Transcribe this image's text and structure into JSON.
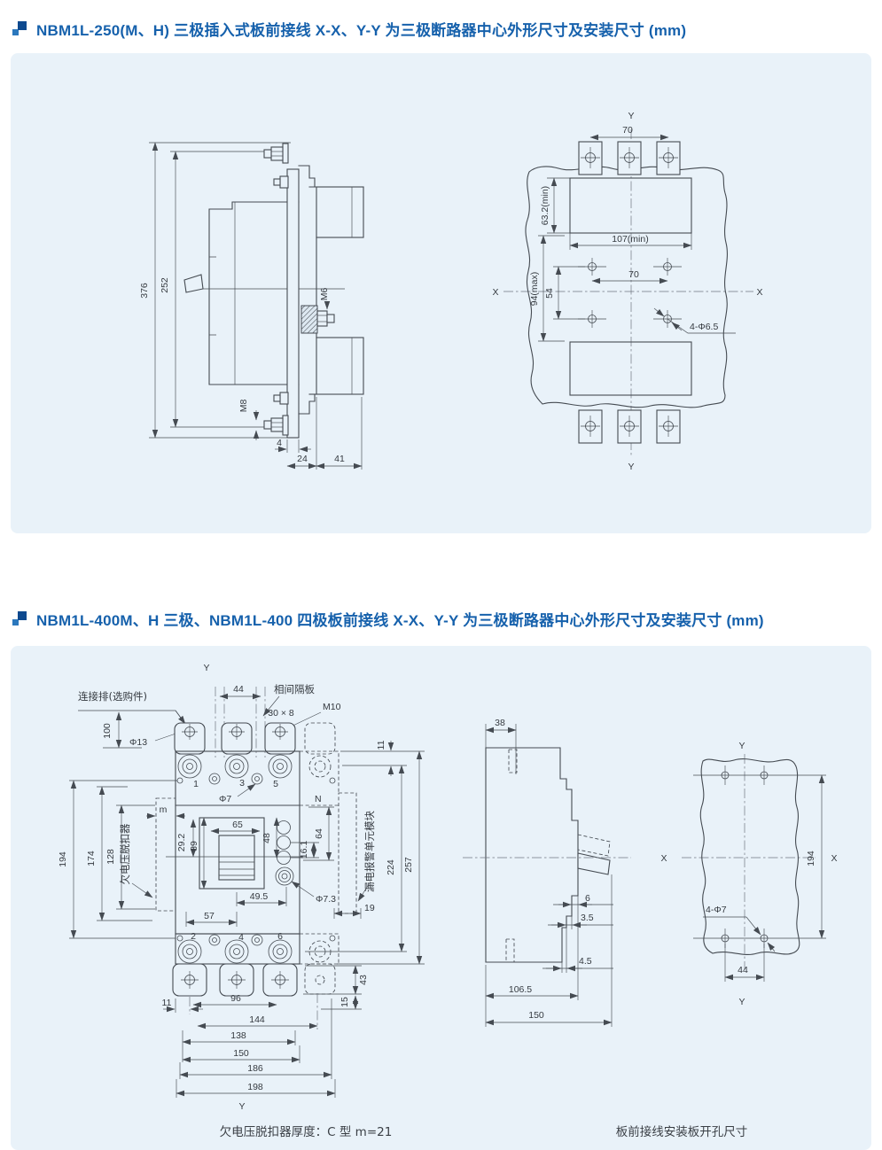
{
  "colors": {
    "header_text": "#1661ac",
    "bullet_dark": "#0e4a8f",
    "bullet_light": "#2b78bd",
    "panel_bg": "#e9f2f9",
    "line": "#454b52"
  },
  "section1": {
    "title": "NBM1L-250(M、H) 三极插入式板前接线  X-X、Y-Y 为三极断路器中心外形尺寸及安装尺寸 (mm)",
    "side": {
      "d376": "376",
      "d252": "252",
      "m6": "M6",
      "m8": "M8",
      "d4": "4",
      "d24": "24",
      "d41": "41"
    },
    "cutout": {
      "y_top": "Y",
      "y_bot": "Y",
      "x_left": "X",
      "x_right": "X",
      "d70_top": "70",
      "d63": "63.2(min)",
      "d107": "107(min)",
      "d70_mid": "70",
      "d54": "54",
      "d94": "94(max)",
      "holes": "4-Φ6.5"
    }
  },
  "section2": {
    "title": "NBM1L-400M、H 三极、NBM1L-400 四极板前接线  X-X、Y-Y 为三极断路器中心外形尺寸及安装尺寸 (mm)",
    "front": {
      "y_top": "Y",
      "y_bot": "Y",
      "busbar": "连接排(选购件)",
      "partition": "相间隔板",
      "d44": "44",
      "d30x8": "30 × 8",
      "m10": "M10",
      "phi13": "Φ13",
      "d100": "100",
      "d11t": "11",
      "d194": "194",
      "d174": "174",
      "d128": "128",
      "uv": "欠电压脱扣器",
      "m": "m",
      "phi7": "Φ7",
      "n": "N",
      "d65": "65",
      "d29": "29.2",
      "d89": "89",
      "d48": "48",
      "d16": "16.1",
      "d64": "64",
      "leak": "漏电报警单元模块",
      "d224": "224",
      "d257": "257",
      "d49": "49.5",
      "phi73": "Φ7.3",
      "d19": "19",
      "d57": "57",
      "t1": "1",
      "t3": "3",
      "t5": "5",
      "t2": "2",
      "t4": "4",
      "t6": "6",
      "d11b": "11",
      "d96": "96",
      "d144": "144",
      "d138": "138",
      "d150": "150",
      "d186": "186",
      "d198": "198",
      "d43": "43",
      "d15": "15"
    },
    "profile": {
      "d38": "38",
      "d6": "6",
      "d35": "3.5",
      "d45": "4.5",
      "d106": "106.5",
      "d150": "150"
    },
    "drill": {
      "y_top": "Y",
      "y_bot": "Y",
      "x_left": "X",
      "x_right": "X",
      "d194": "194",
      "holes": "4-Φ7",
      "d44": "44"
    },
    "caption_left": "欠电压脱扣器厚度：C 型 m=21",
    "caption_right": "板前接线安装板开孔尺寸"
  }
}
